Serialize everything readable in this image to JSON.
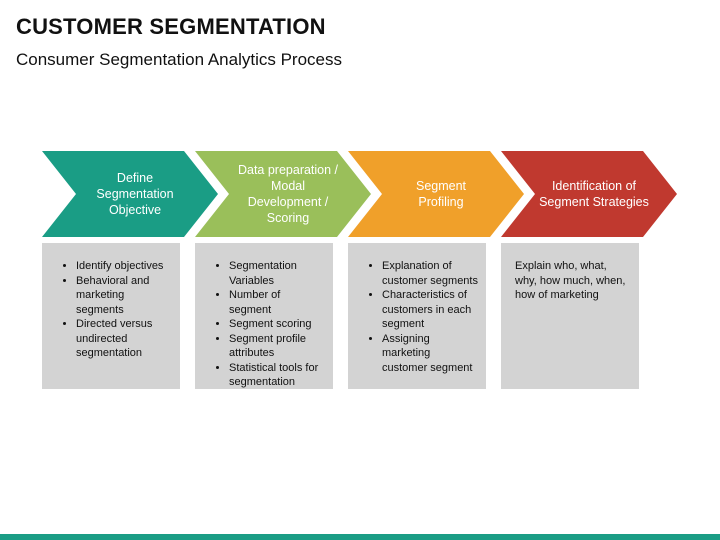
{
  "header": {
    "title": "CUSTOMER SEGMENTATION",
    "subtitle": "Consumer Segmentation Analytics Process"
  },
  "steps": [
    {
      "label": "Define\nSegmentation\nObjective",
      "color": "#1a9d85",
      "bullets": [
        "Identify objectives",
        "Behavioral and marketing segments",
        "Directed versus undirected segmentation"
      ]
    },
    {
      "label": "Data preparation /\nModal\nDevelopment /\nScoring",
      "color": "#9abf5a",
      "bullets": [
        "Segmentation Variables",
        "Number of segment",
        "Segment scoring",
        "Segment profile attributes",
        "Statistical tools for segmentation"
      ]
    },
    {
      "label": "Segment\nProfiling",
      "color": "#f0a02a",
      "bullets": [
        "Explanation of customer segments",
        "Characteristics of customers in each segment",
        "Assigning marketing customer segment"
      ]
    },
    {
      "label": "Identification of\nSegment Strategies",
      "color": "#c0392f",
      "text": "Explain who, what, why, how much, when, how of marketing"
    }
  ],
  "theme": {
    "box_color": "#d3d3d3",
    "footer_color": "#1a9d85"
  }
}
